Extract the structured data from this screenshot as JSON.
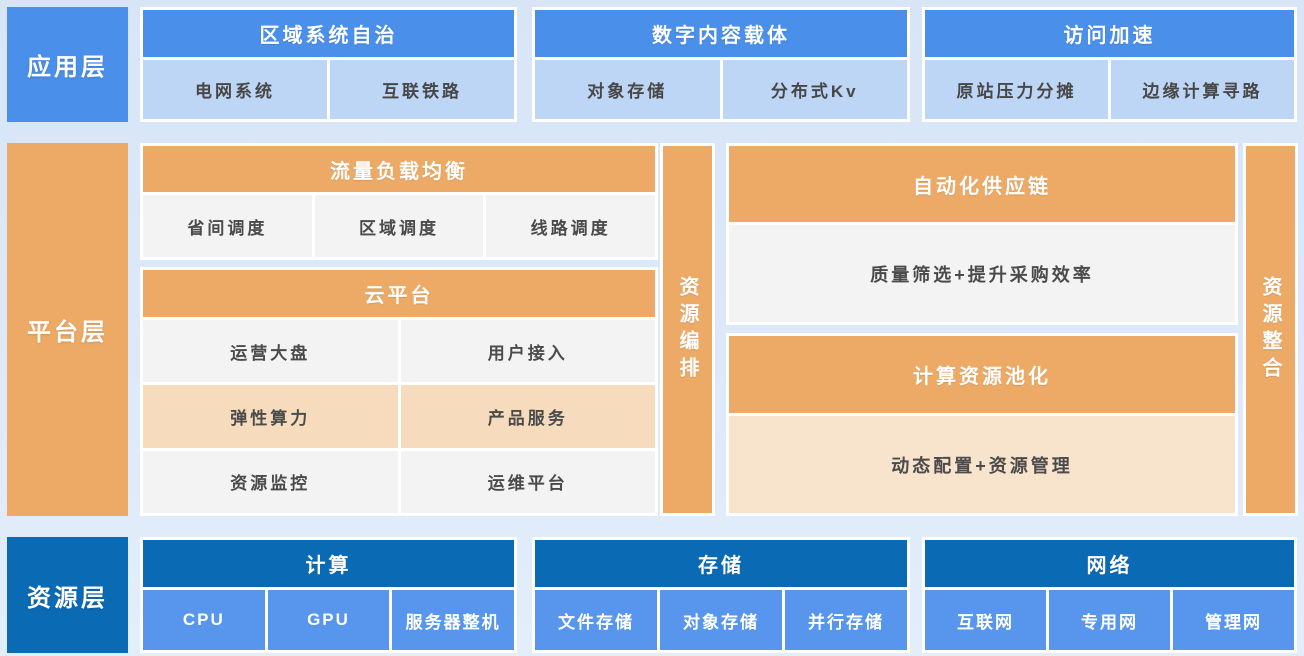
{
  "palette": {
    "background_top": "#d7e5f7",
    "background_bottom": "#e3eefb",
    "app_blue": "#4a8fea",
    "app_light_blue": "#bed6f6",
    "platform_orange": "#edaa67",
    "platform_gray_cell": "#f3f3f4",
    "platform_peach_cell": "#f6dcbd",
    "platform_peach_content": "#f8e3cc",
    "resource_dark_blue": "#0b6ab4",
    "resource_medium_blue": "#5796ec",
    "cell_text": "#4b4b4b",
    "frame_white": "#ffffff"
  },
  "layers": {
    "app": {
      "label": "应用层",
      "groups": [
        {
          "title": "区域系统自治",
          "items": [
            "电网系统",
            "互联铁路"
          ]
        },
        {
          "title": "数字内容载体",
          "items": [
            "对象存储",
            "分布式Kv"
          ]
        },
        {
          "title": "访问加速",
          "items": [
            "原站压力分摊",
            "边缘计算寻路"
          ]
        }
      ]
    },
    "platform": {
      "label": "平台层",
      "left": {
        "bar": "资源编排",
        "blocks": [
          {
            "title": "流量负载均衡",
            "rows": [
              [
                "省间调度",
                "区域调度",
                "线路调度"
              ]
            ]
          },
          {
            "title": "云平台",
            "rows": [
              [
                "运营大盘",
                "用户接入"
              ],
              [
                "弹性算力",
                "产品服务"
              ],
              [
                "资源监控",
                "运维平台"
              ]
            ]
          }
        ]
      },
      "right": {
        "bar": "资源整合",
        "blocks": [
          {
            "title": "自动化供应链",
            "content": "质量筛选+提升采购效率"
          },
          {
            "title": "计算资源池化",
            "content": "动态配置+资源管理"
          }
        ]
      }
    },
    "resource": {
      "label": "资源层",
      "groups": [
        {
          "title": "计算",
          "items": [
            "CPU",
            "GPU",
            "服务器整机"
          ]
        },
        {
          "title": "存储",
          "items": [
            "文件存储",
            "对象存储",
            "并行存储"
          ]
        },
        {
          "title": "网络",
          "items": [
            "互联网",
            "专用网",
            "管理网"
          ]
        }
      ]
    }
  }
}
